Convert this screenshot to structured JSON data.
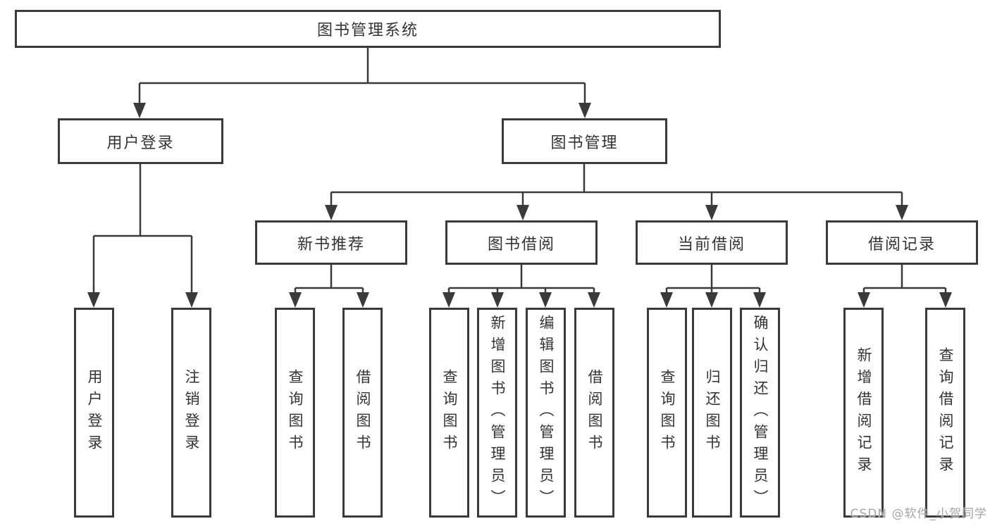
{
  "tree": {
    "label": "图书管理系统",
    "children": [
      {
        "label": "用户登录",
        "children": [
          {
            "label": "用户登录"
          },
          {
            "label": "注销登录"
          }
        ]
      },
      {
        "label": "图书管理",
        "children": [
          {
            "label": "新书推荐",
            "children": [
              {
                "label": "查询图书"
              },
              {
                "label": "借阅图书"
              }
            ]
          },
          {
            "label": "图书借阅",
            "children": [
              {
                "label": "查询图书"
              },
              {
                "label": "新增图书（管理员）"
              },
              {
                "label": "编辑图书（管理员）"
              },
              {
                "label": "借阅图书"
              }
            ]
          },
          {
            "label": "当前借阅",
            "children": [
              {
                "label": "查询图书"
              },
              {
                "label": "归还图书"
              },
              {
                "label": "确认归还（管理员）"
              }
            ]
          },
          {
            "label": "借阅记录",
            "children": [
              {
                "label": "新增借阅记录"
              },
              {
                "label": "查询借阅记录"
              }
            ]
          }
        ]
      }
    ]
  },
  "watermark": {
    "text": "CSDN @软件_小贺同学"
  },
  "colors": {
    "line": "#3a3a3a",
    "text": "#333333",
    "background": "#ffffff",
    "watermark": "#a5a5a5"
  }
}
